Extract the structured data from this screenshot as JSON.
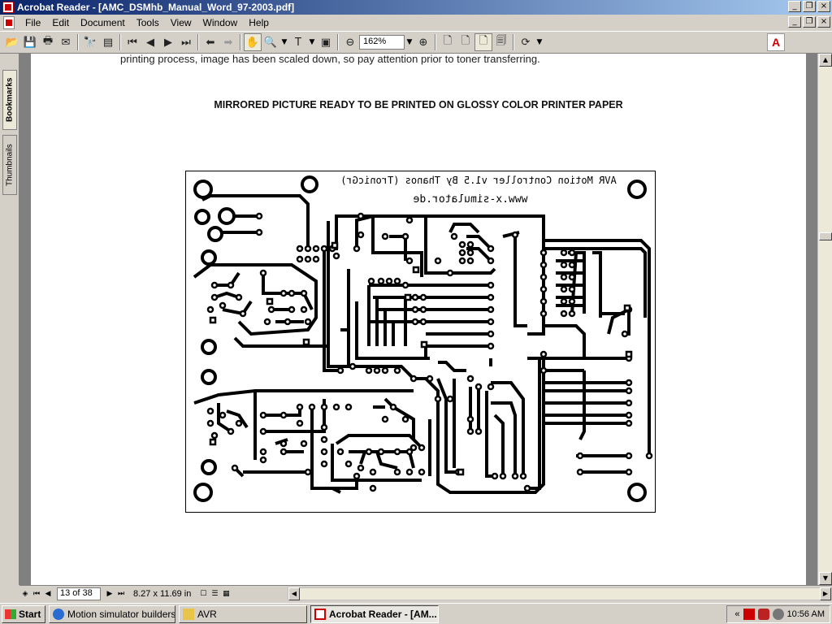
{
  "window": {
    "title": "Acrobat Reader - [AMC_DSMhb_Manual_Word_97-2003.pdf]",
    "controls": [
      "_",
      "❐",
      "×"
    ],
    "doc_controls": [
      "_",
      "❐",
      "×"
    ]
  },
  "menu": [
    "File",
    "Edit",
    "Document",
    "Tools",
    "View",
    "Window",
    "Help"
  ],
  "toolbar": {
    "zoom": "162%",
    "logo": "A"
  },
  "navpane": {
    "tabs": [
      "Bookmarks",
      "Thumbnails"
    ]
  },
  "page": {
    "top_text": "printing process, image has been scaled down, so pay attention prior to toner transferring.",
    "heading": "MIRRORED PICTURE READY TO BE PRINTED ON GLOSSY COLOR PRINTER PAPER",
    "pcb_title": "AVR Motion Controller v1.5  By Thanos (TronicGr)",
    "pcb_url": "www.x-simulator.de"
  },
  "status": {
    "page_field": "13 of 38",
    "page_size": "8.27 x 11.69 in"
  },
  "taskbar": {
    "start": "Start",
    "tasks": [
      "Motion simulator builders...",
      "AVR",
      "Acrobat Reader - [AM..."
    ],
    "clock": "10:56 AM",
    "tray_expand": "«"
  },
  "colors": {
    "titlebar": "#0a246a",
    "pcb_trace": "#000000",
    "adobe_red": "#cc0000"
  }
}
